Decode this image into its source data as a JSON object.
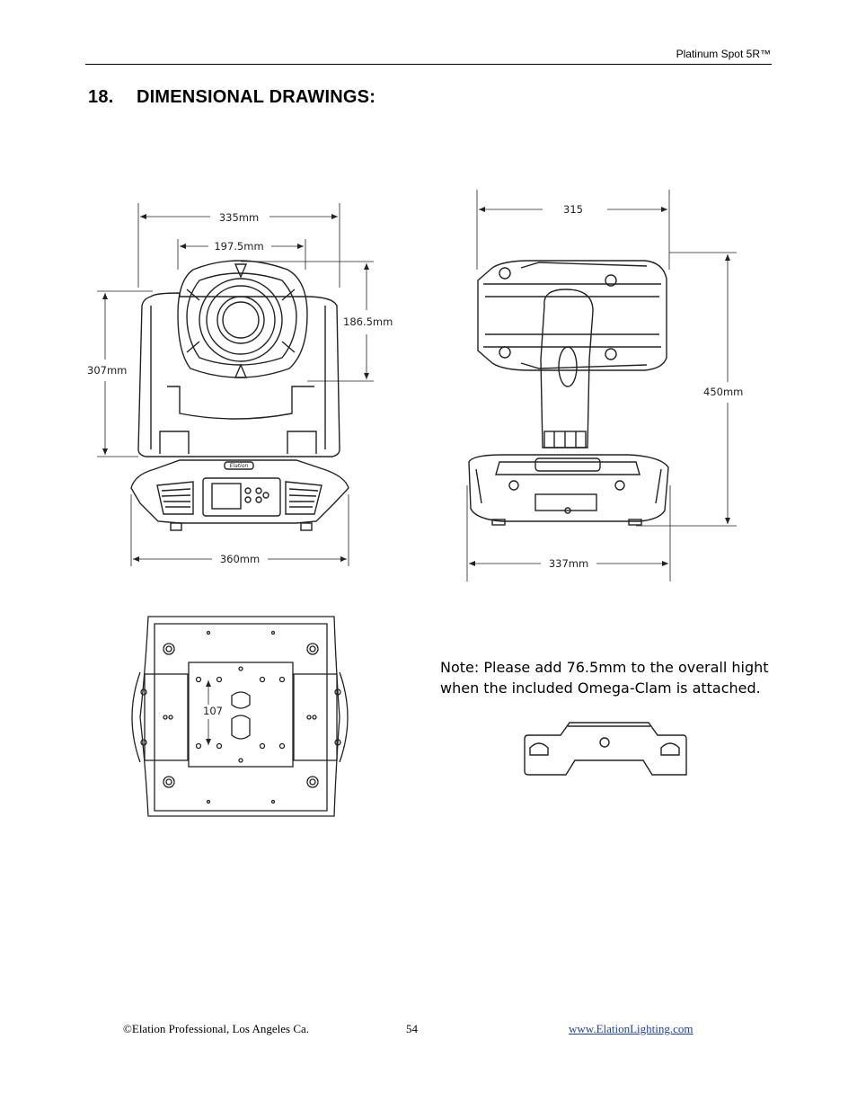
{
  "header": {
    "title": "Platinum Spot 5R™"
  },
  "section": {
    "number": "18.",
    "title": "DIMENSIONAL DRAWINGS:"
  },
  "dimensions": {
    "front_width": "335mm",
    "lens_offset": "197.5mm",
    "head_height": "186.5mm",
    "front_height": "307mm",
    "base_width": "360mm",
    "side_depth": "315",
    "side_height": "450mm",
    "side_base": "337mm",
    "mount_spacing": "107"
  },
  "logos": {
    "brand": "Elation"
  },
  "note": {
    "line1": "Note: Please add 76.5mm to the overall hight",
    "line2": "when the included Omega-Clam is attached."
  },
  "footer": {
    "copyright": "©Elation Professional, Los Angeles Ca.",
    "page": "54",
    "link": "www.ElationLighting.com"
  }
}
